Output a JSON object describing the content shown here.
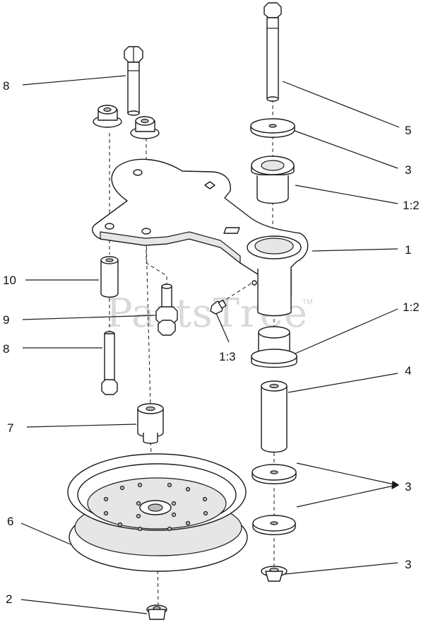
{
  "watermark": {
    "text": "PartsTree",
    "tm": "TM"
  },
  "callouts": [
    {
      "id": "c-8-top",
      "label": "8"
    },
    {
      "id": "c-5",
      "label": "5"
    },
    {
      "id": "c-3-a",
      "label": "3"
    },
    {
      "id": "c-1-2-a",
      "label": "1:2"
    },
    {
      "id": "c-1",
      "label": "1"
    },
    {
      "id": "c-10",
      "label": "10"
    },
    {
      "id": "c-9",
      "label": "9"
    },
    {
      "id": "c-1-3",
      "label": "1:3"
    },
    {
      "id": "c-1-2-b",
      "label": "1:2"
    },
    {
      "id": "c-8-bottom",
      "label": "8"
    },
    {
      "id": "c-4",
      "label": "4"
    },
    {
      "id": "c-7",
      "label": "7"
    },
    {
      "id": "c-3-b",
      "label": "3"
    },
    {
      "id": "c-6",
      "label": "6"
    },
    {
      "id": "c-3-c",
      "label": "3"
    },
    {
      "id": "c-2",
      "label": "2"
    }
  ]
}
